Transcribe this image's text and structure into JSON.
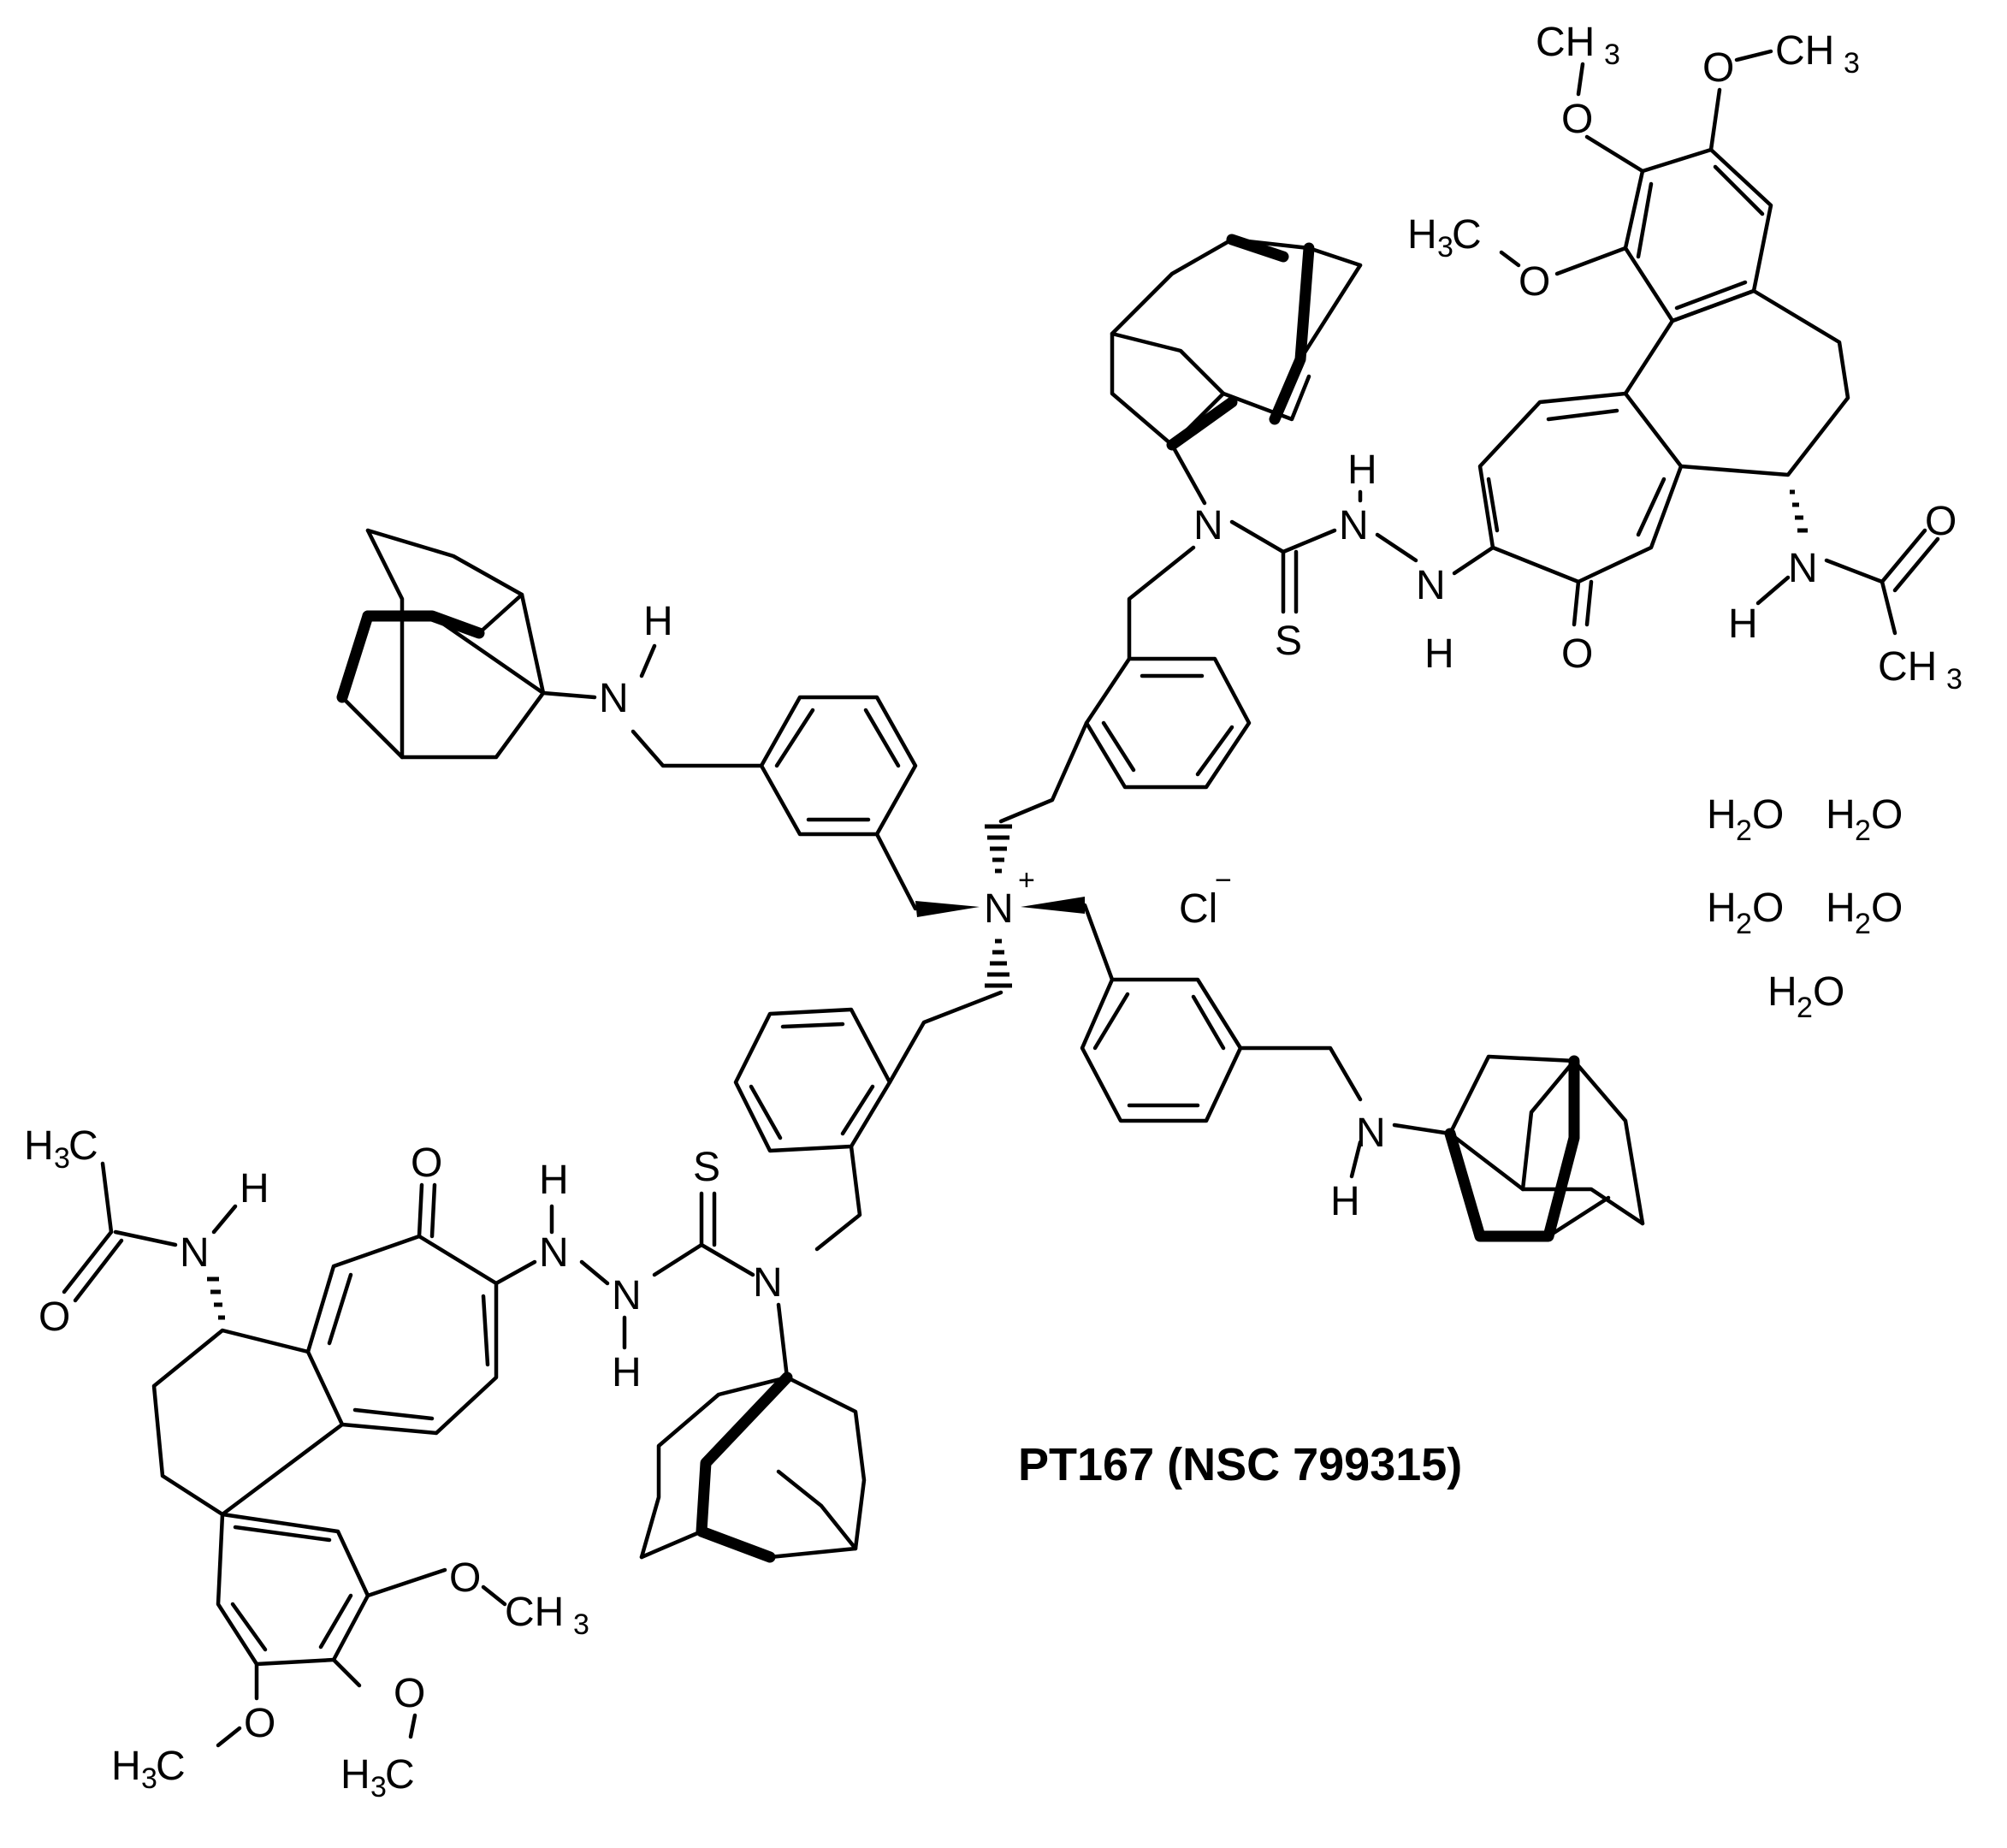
{
  "figure": {
    "compound_name": "PT167 (NSC 799315)",
    "counter_ion": "Cl",
    "counter_ion_charge": "−",
    "central_atom": "N",
    "central_charge": "+",
    "waters": [
      "H2O",
      "H2O",
      "H2O",
      "H2O",
      "H2O"
    ],
    "atom_labels": {
      "ch3": "CH",
      "h3c": "C",
      "h3_prefix": "H",
      "sub3": "3",
      "sub2": "2",
      "O": "O",
      "N": "N",
      "H": "H",
      "S": "S",
      "H_water": "H",
      "O_water": "O"
    }
  }
}
